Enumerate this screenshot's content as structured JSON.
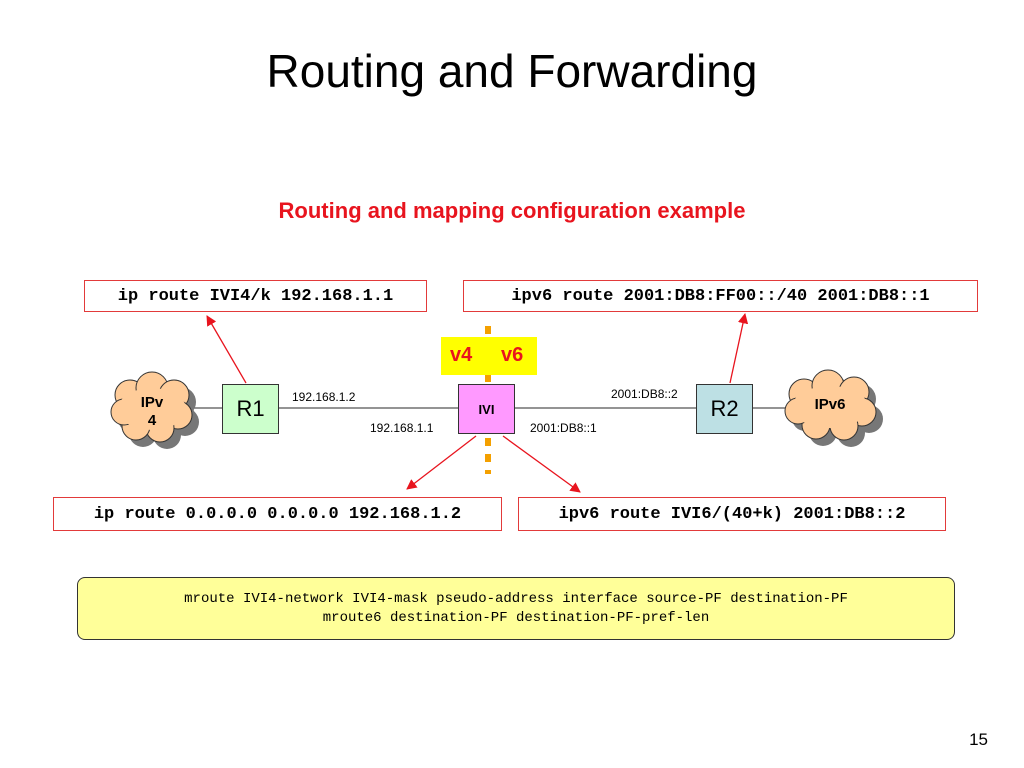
{
  "title": "Routing and Forwarding",
  "subtitle": "Routing and mapping configuration example",
  "configs": {
    "r1_route": "ip route IVI4/k 192.168.1.1",
    "r2_route": "ipv6 route 2001:DB8:FF00::/40 2001:DB8::1",
    "ivi_v4_route": "ip route 0.0.0.0 0.0.0.0 192.168.1.2",
    "ivi_v6_route": "ipv6 route IVI6/(40+k) 2001:DB8::2"
  },
  "nodes": {
    "cloud_left": "IPv\n4",
    "cloud_right": "IPv6",
    "r1": "R1",
    "r2": "R2",
    "ivi": "IVI"
  },
  "addresses": {
    "r1_ip": "192.168.1.2",
    "ivi_v4_ip": "192.168.1.1",
    "r2_ip": "2001:DB8::2",
    "ivi_v6_ip": "2001:DB8::1"
  },
  "divider": {
    "v4": "v4",
    "v6": "v6"
  },
  "mroute": {
    "line1": "mroute IVI4-network IVI4-mask pseudo-address interface source-PF destination-PF",
    "line2": "mroute6 destination-PF destination-PF-pref-len"
  },
  "page_number": "15",
  "colors": {
    "accent_red": "#e8141e",
    "router_r1": "#ccffcc",
    "router_r2": "#bde0e4",
    "ivi_box": "#ff99ff",
    "cloud": "#ffcc99",
    "divider": "#f4a000",
    "note_bg": "#ffff99"
  }
}
